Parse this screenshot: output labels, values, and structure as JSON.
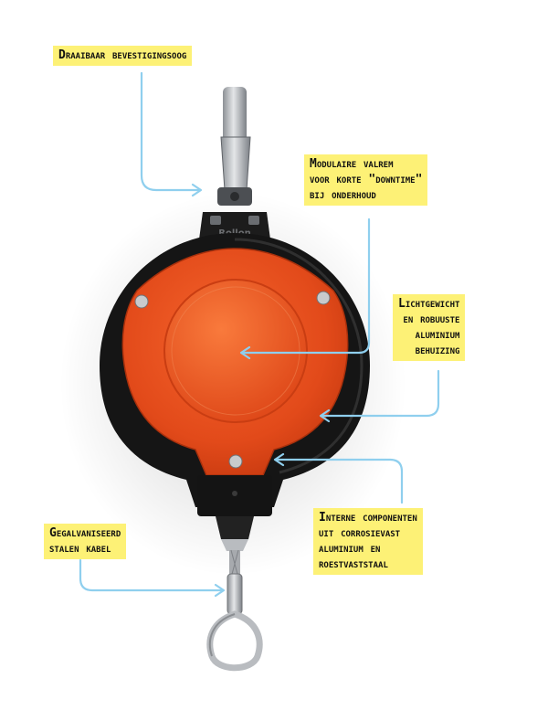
{
  "callouts": {
    "swivel_eye": {
      "lines": [
        "Draaibaar bevestigingsoog"
      ]
    },
    "modular_brake": {
      "lines": [
        "Modulaire valrem",
        "voor korte \"downtime\"",
        "bij onderhoud"
      ]
    },
    "housing": {
      "lines": [
        "Lichtgewicht",
        "en robuuste",
        "aluminium",
        "behuizing"
      ]
    },
    "internal": {
      "lines": [
        "Interne componenten",
        "uit corrosievast",
        "aluminium en",
        "roestvaststaal"
      ]
    },
    "cable": {
      "lines": [
        "Gegalvaniseerd",
        "stalen kabel"
      ]
    }
  },
  "device": {
    "brand_text": "Rollon"
  },
  "colors": {
    "label_bg": "#fdf176",
    "leader": "#8fcfee",
    "housing_black": "#141414",
    "cover_orange": "#ea4c1c",
    "cable_steel": "#b9bcc0"
  }
}
